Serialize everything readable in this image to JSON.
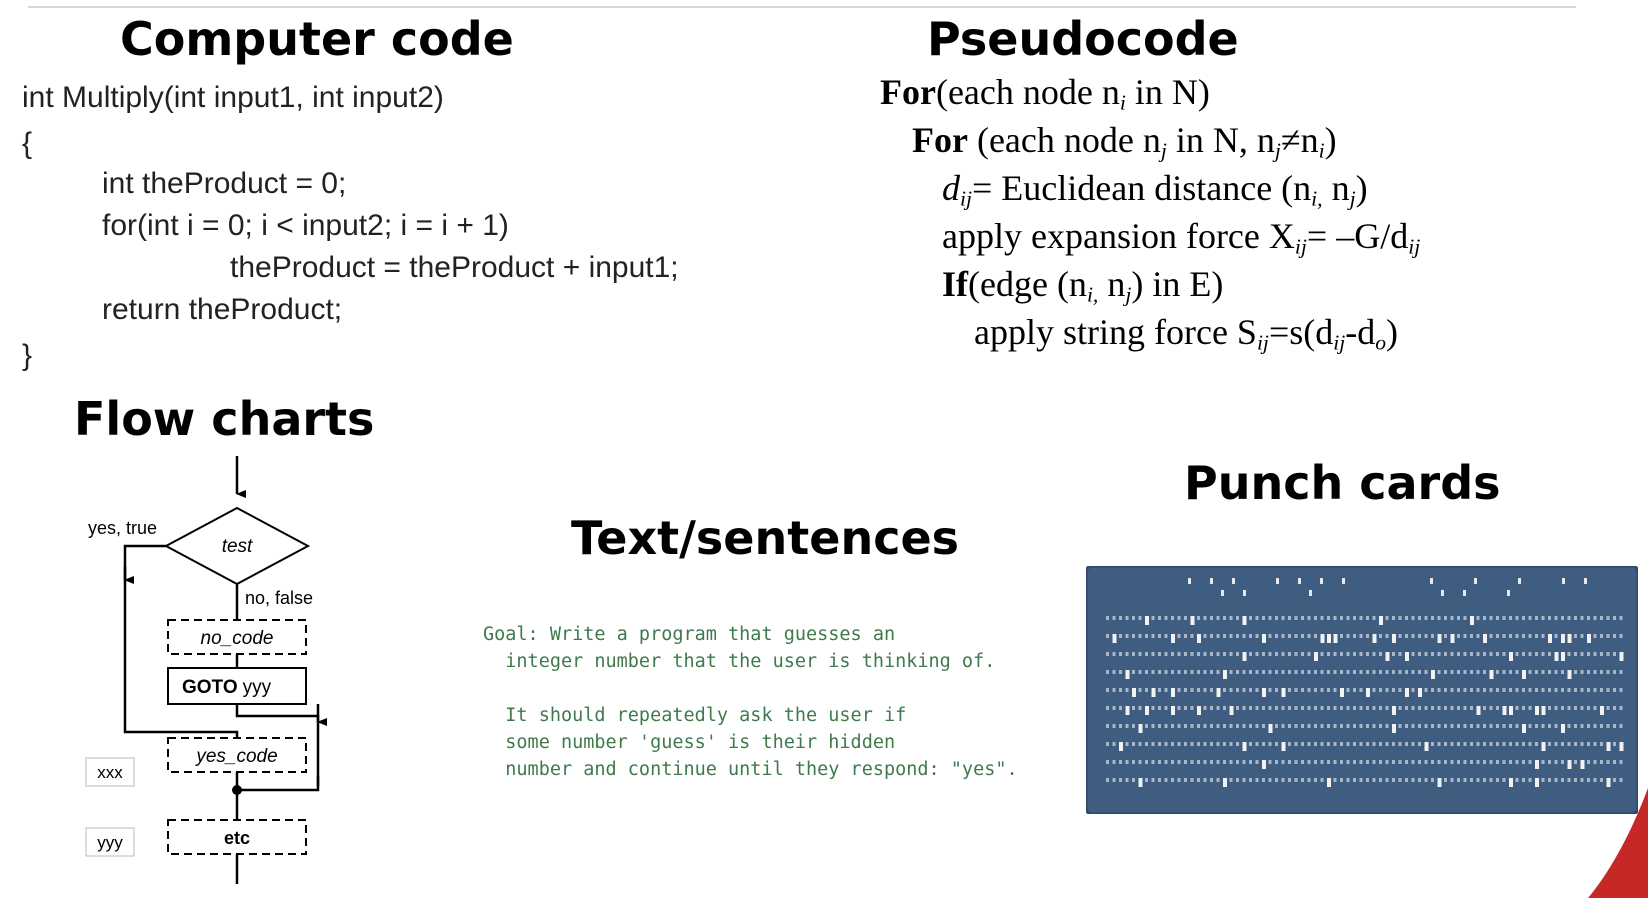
{
  "headings": {
    "computer_code": "Computer code",
    "pseudocode": "Pseudocode",
    "flow_charts": "Flow charts",
    "text_sentences": "Text/sentences",
    "punch_cards": "Punch cards"
  },
  "code_lines": [
    "int Multiply(int input1, int input2)",
    "{",
    "int theProduct = 0;",
    "for(int i = 0; i < input2; i = i + 1)",
    "theProduct = theProduct + input1;",
    "return theProduct;",
    "}"
  ],
  "pseudocode": {
    "l1_kw": "For",
    "l1_text": "(each node n",
    "l1_sub": "i",
    "l1_end": " in N)",
    "l2_kw": "For",
    "l2_text": " (each node n",
    "l2_sub": "j",
    "l2_mid": " in N, n",
    "l2_sub2": "j",
    "l2_neq": "≠n",
    "l2_sub3": "i",
    "l2_end": ")",
    "l3_d": "d",
    "l3_sub": "ij",
    "l3_text": "= Euclidean distance (n",
    "l3_sub2": "i,",
    "l3_n": " n",
    "l3_sub3": "j",
    "l3_end": ")",
    "l4_text": "apply expansion force X",
    "l4_sub": "ij",
    "l4_mid": "= –G/d",
    "l4_sub2": "ij",
    "l5_kw": "If",
    "l5_text": "(edge (n",
    "l5_sub": "i,",
    "l5_n": " n",
    "l5_sub2": "j",
    "l5_end": ") in E)",
    "l6_text": "apply string force S",
    "l6_sub": "ij",
    "l6_mid": "=s(d",
    "l6_sub2": "ij",
    "l6_d": "-d",
    "l6_sub3": "o",
    "l6_end": ")"
  },
  "flowchart": {
    "test": "test",
    "yes_true": "yes, true",
    "no_false": "no, false",
    "no_code": "no_code",
    "goto_kw": "GOTO",
    "goto_target": "yyy",
    "yes_code": "yes_code",
    "etc": "etc",
    "label_xxx": "xxx",
    "label_yyy": "yyy"
  },
  "goal_text": [
    "Goal: Write a program that guesses an",
    "  integer number that the user is thinking of.",
    "",
    "  It should repeatedly ask the user if",
    "  some number 'guess' is their hidden",
    "  number and continue until they respond: \"yes\"."
  ],
  "colors": {
    "goal_text": "#3f7a4c",
    "punch_card": "#3f5d80",
    "corner_accent": "#c62828"
  }
}
